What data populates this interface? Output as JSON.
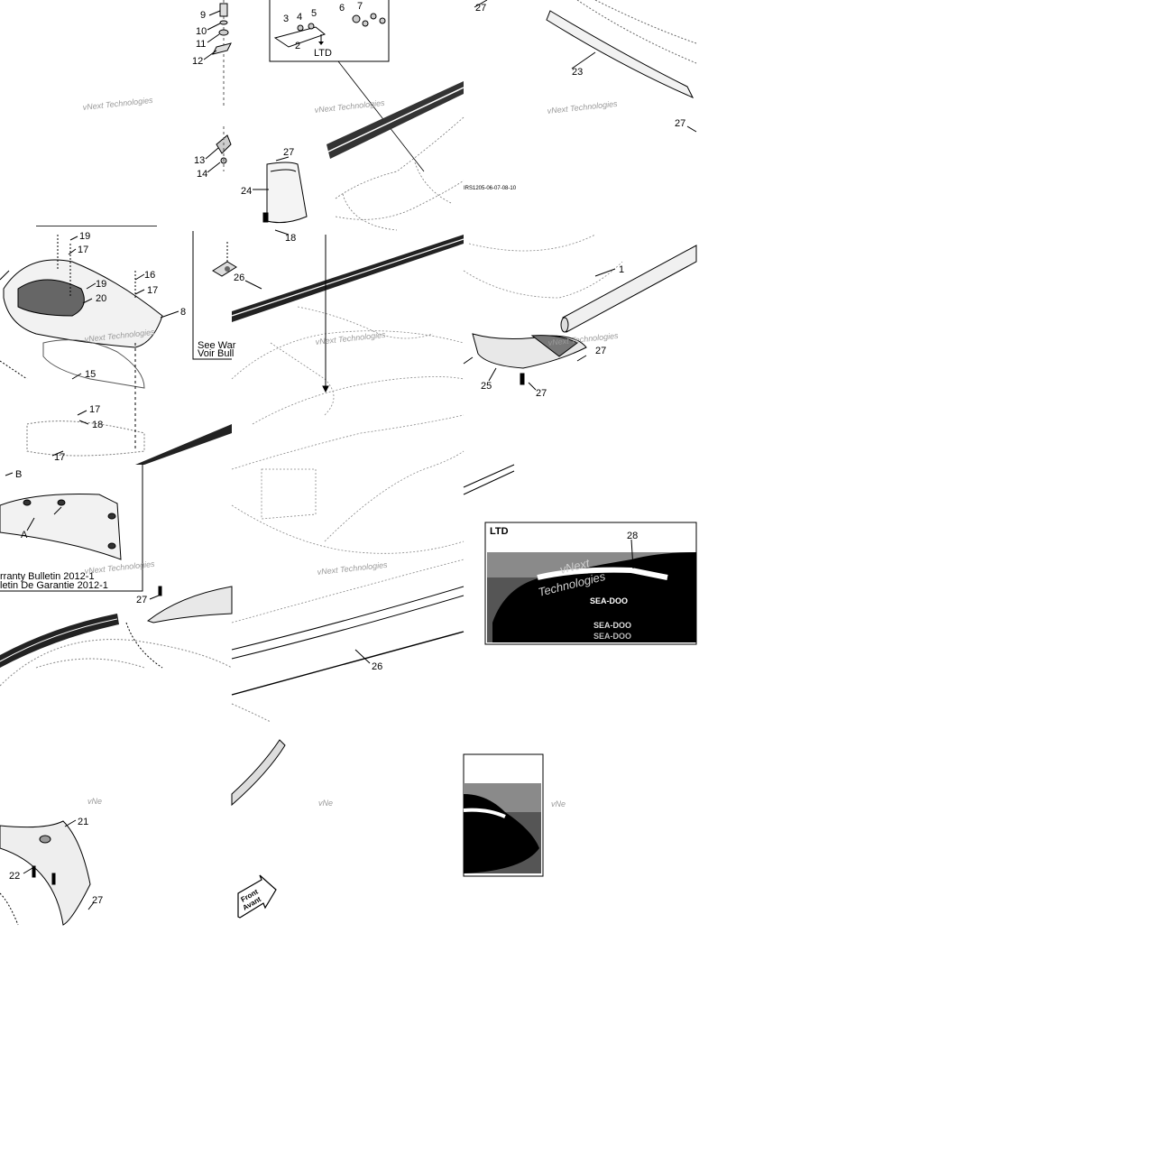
{
  "diagram": {
    "callouts": {
      "c9": "9",
      "c10": "10",
      "c11": "11",
      "c12": "12",
      "c13": "13",
      "c14": "14",
      "c3": "3",
      "c4": "4",
      "c5": "5",
      "c6": "6",
      "c7": "7",
      "c2": "2",
      "c27a": "27",
      "c23": "23",
      "c27b": "27",
      "c27c": "27",
      "c24": "24",
      "c18a": "18",
      "c19a": "19",
      "c17a": "17",
      "c16": "16",
      "c19b": "19",
      "c20": "20",
      "c17b": "17",
      "c8": "8",
      "c15": "15",
      "c17c": "17",
      "c18b": "18",
      "c17d": "17",
      "c26a": "26",
      "c1": "1",
      "c25": "25",
      "c27d": "27",
      "c27e": "27",
      "cB": "B",
      "cA": "A",
      "c27f": "27",
      "c26b": "26",
      "c28": "28",
      "c21": "21",
      "c22": "22",
      "c27g": "27"
    },
    "ltd_label_top": "LTD",
    "ltd_label_photo": "LTD",
    "ref_code": "IRS1205-06-07-08-10",
    "see_warranty_en": "See War",
    "see_warranty_fr": "Voir Bull",
    "warranty_bulletin_en": "rranty Bulletin 2012-1",
    "warranty_bulletin_fr": "letin De Garantie 2012-1",
    "watermark_line1": "vNext Technologies",
    "watermark_line2": "vNext",
    "watermark_line3": "Technologies",
    "watermark_fragment": "vNe",
    "front_label_en": "Front",
    "front_label_fr": "Avant",
    "brand_text": "SEA-DOO"
  }
}
